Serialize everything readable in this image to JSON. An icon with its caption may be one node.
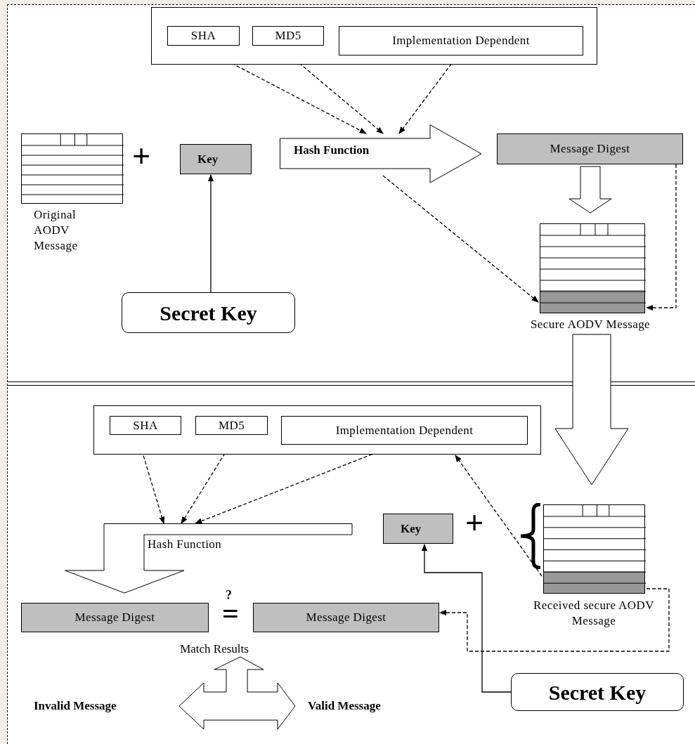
{
  "diagram": {
    "nodes": [
      {
        "text": [],
        "shape": "box"
      },
      {
        "text": [
          "SHA"
        ],
        "in": 0
      },
      {
        "text": [
          "MD5"
        ],
        "in": 0
      },
      {
        "text": [
          "Implementation Dependent"
        ],
        "in": 0
      },
      {
        "text": [
          "Hash Function"
        ]
      },
      {
        "text": [
          "Message Digest"
        ]
      },
      {
        "text": [],
        "shape": "box",
        "beside": [
          "Original AODV Message"
        ]
      },
      {
        "text": [
          "Key"
        ]
      },
      {
        "text": [
          "Secret Key"
        ]
      },
      {
        "text": [],
        "shape": "box",
        "beside": [
          "Secure AODV Message"
        ]
      },
      {
        "text": [],
        "shape": "box"
      },
      {
        "text": [
          "SHA"
        ],
        "in": 10
      },
      {
        "text": [
          "MD5"
        ],
        "in": 10
      },
      {
        "text": [
          "Implementation Dependent"
        ],
        "in": 10
      },
      {
        "text": [
          "Hash Function"
        ]
      },
      {
        "text": [
          "Key"
        ]
      },
      {
        "text": [],
        "shape": "box",
        "beside": [
          "Received secure AODV Message"
        ]
      },
      {
        "text": [
          "Message Digest"
        ]
      },
      {
        "text": [
          "Message Digest"
        ]
      },
      {
        "text": [
          "Secret Key"
        ]
      },
      {
        "text": [
          "Invalid Message"
        ]
      },
      {
        "text": [
          "Valid Message"
        ]
      },
      {
        "text": [
          "Match Results"
        ]
      }
    ],
    "edges": [
      {
        "from": 1,
        "to": 4,
        "arrow": "to",
        "style": "dashed"
      },
      {
        "from": 2,
        "to": 4,
        "arrow": "to",
        "style": "dashed"
      },
      {
        "from": 3,
        "to": 4,
        "arrow": "to",
        "style": "dashed"
      },
      {
        "from": 8,
        "to": 7,
        "arrow": "to"
      },
      {
        "from": 4,
        "to": 9,
        "arrow": "to",
        "style": "dashed"
      },
      {
        "from": 5,
        "to": 9,
        "arrow": "to",
        "style": "dashed"
      },
      {
        "from": 5,
        "to": 9,
        "arrow": "to",
        "style": "thick"
      },
      {
        "from": 9,
        "to": 16,
        "arrow": "to",
        "style": "thick"
      },
      {
        "from": 11,
        "to": 14,
        "arrow": "to",
        "style": "dashed"
      },
      {
        "from": 12,
        "to": 14,
        "arrow": "to",
        "style": "dashed"
      },
      {
        "from": 13,
        "to": 14,
        "arrow": "to",
        "style": "dashed"
      },
      {
        "from": 16,
        "to": 10,
        "arrow": "to",
        "style": "dashed"
      },
      {
        "from": 19,
        "to": 15,
        "arrow": "to"
      },
      {
        "from": 16,
        "to": 18,
        "arrow": "to",
        "style": "dashed"
      },
      {
        "from": 22,
        "to": 20,
        "arrow": "both",
        "style": "thick"
      },
      {
        "from": 22,
        "to": 21,
        "arrow": "both",
        "style": "thick"
      }
    ],
    "labels": [
      "+",
      "+",
      "?",
      "="
    ]
  }
}
